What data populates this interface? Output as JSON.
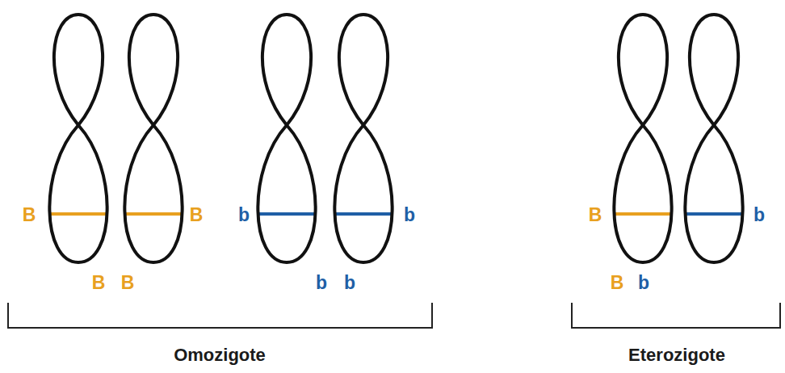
{
  "diagram": {
    "labels": [
      "B",
      "B",
      "b",
      "b",
      "B",
      "b",
      "B",
      "B",
      "b",
      "b",
      "B",
      "b",
      "Omozigote",
      "Eterozigote"
    ]
  }
}
